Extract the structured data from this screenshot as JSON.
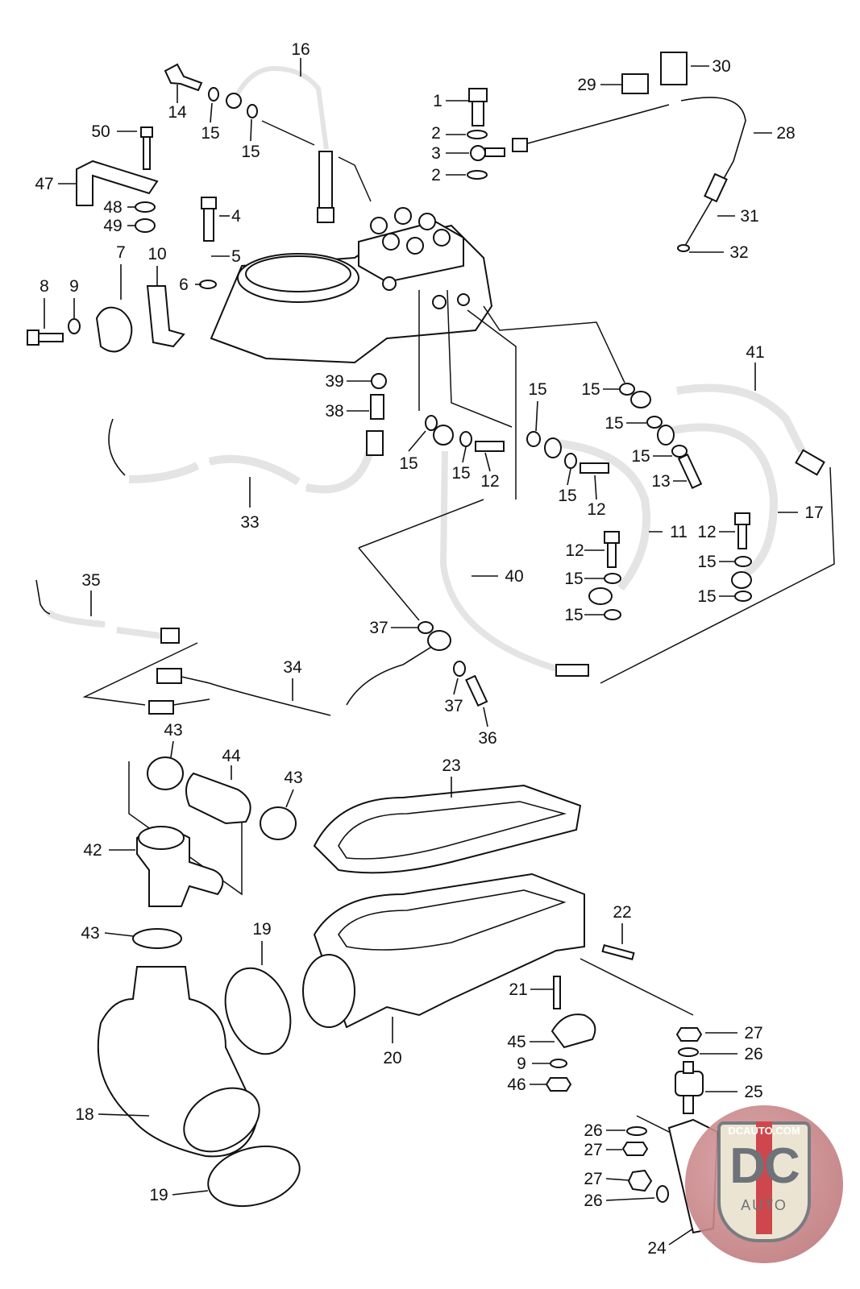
{
  "diagram": {
    "callouts": [
      "16",
      "14",
      "15",
      "15",
      "50",
      "47",
      "48",
      "49",
      "4",
      "5",
      "6",
      "7",
      "10",
      "8",
      "9",
      "1",
      "2",
      "3",
      "2",
      "29",
      "30",
      "28",
      "31",
      "32",
      "39",
      "38",
      "41",
      "15",
      "15",
      "15",
      "15",
      "13",
      "15",
      "15",
      "12",
      "15",
      "12",
      "33",
      "11",
      "17",
      "12",
      "15",
      "15",
      "12",
      "15",
      "15",
      "40",
      "35",
      "37",
      "34",
      "37",
      "36",
      "43",
      "44",
      "43",
      "42",
      "23",
      "22",
      "43",
      "19",
      "21",
      "20",
      "45",
      "9",
      "46",
      "27",
      "26",
      "25",
      "18",
      "26",
      "27",
      "27",
      "26",
      "24",
      "19"
    ]
  },
  "watermark": {
    "site": "DCAUTO.COM",
    "mark": "DC",
    "sub": "AUTO",
    "colors": {
      "circle": "#b86f72",
      "shield": "#e9e2cf",
      "stripe": "#c9343a",
      "letters": "#5f646b"
    }
  }
}
